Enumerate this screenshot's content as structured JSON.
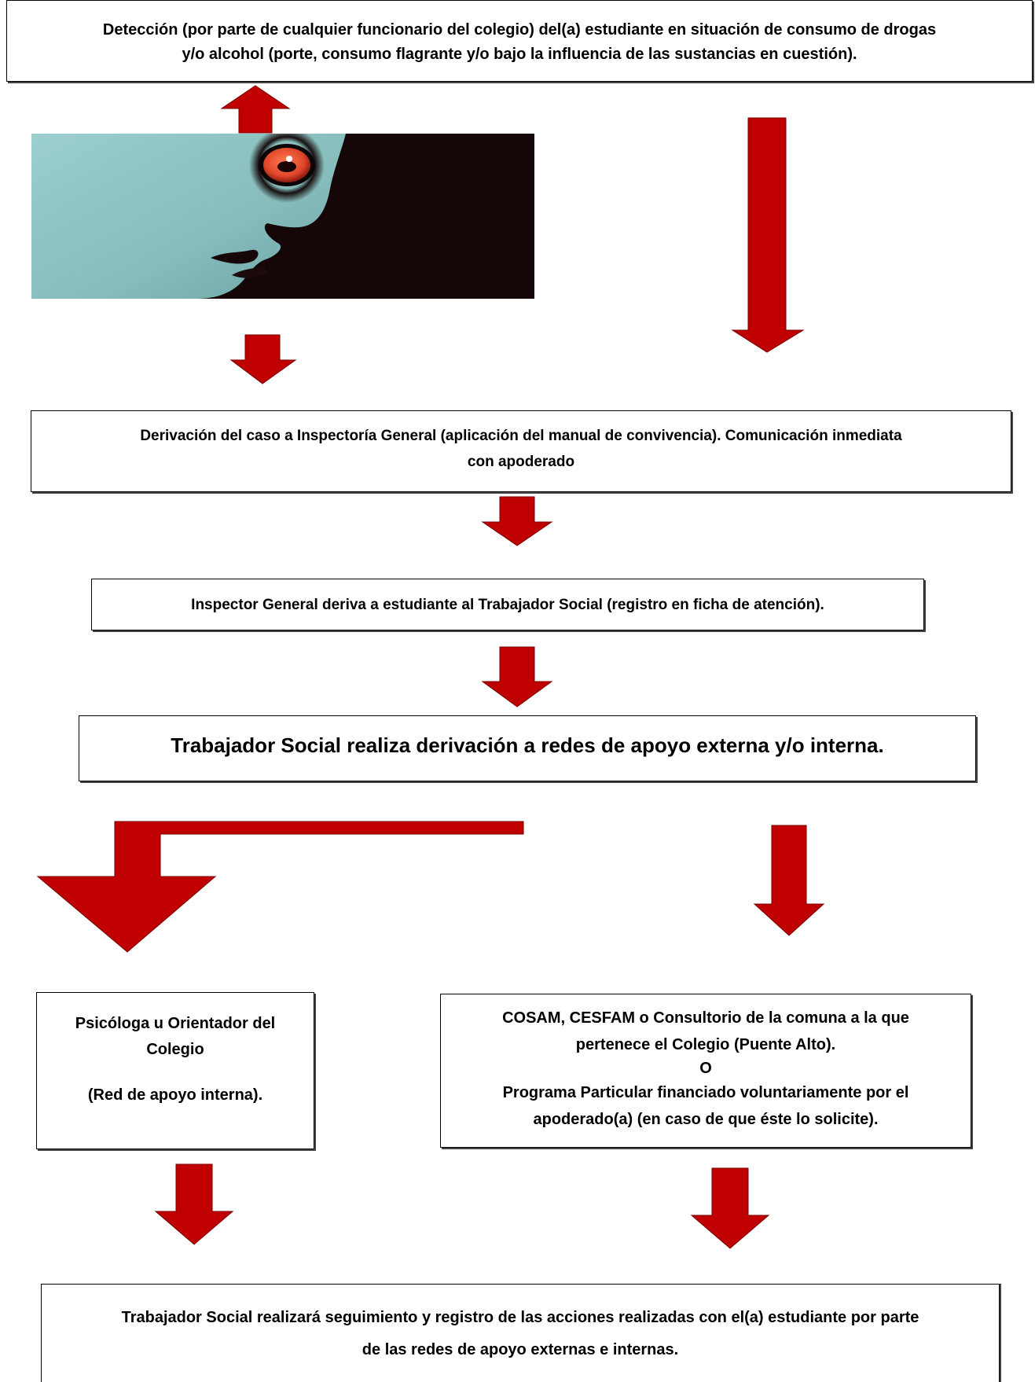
{
  "colors": {
    "arrow_fill": "#c00000",
    "arrow_stroke": "#7a0000",
    "box_border": "#000000",
    "text": "#000000",
    "face_skin": "#8fc3c2",
    "face_dark": "#150708",
    "eye_iris": "#e0462a"
  },
  "image": {
    "subject": "dark stylized face in profile with a glowing red eye"
  },
  "boxes": {
    "detection": {
      "line1": "Detección (por parte de cualquier funcionario del colegio) del(a) estudiante en situación de consumo de drogas",
      "line2": "y/o alcohol (porte, consumo flagrante y/o bajo la influencia de las sustancias en cuestión)."
    },
    "derivation": {
      "line1": "Derivación del caso a Inspectoría General (aplicación del manual de convivencia). Comunicación inmediata",
      "line2": "con apoderado"
    },
    "inspector": {
      "line1": "Inspector General deriva a estudiante al Trabajador Social (registro en ficha de atención)."
    },
    "social_worker": {
      "line1": "Trabajador Social realiza derivación a redes de apoyo externa y/o interna."
    },
    "internal_support": {
      "line1": "Psicóloga u Orientador del",
      "line2": "Colegio",
      "line3": "(Red de apoyo interna)."
    },
    "external_support": {
      "line1": "COSAM, CESFAM o Consultorio de la comuna a la que",
      "line2": "pertenece el Colegio (Puente Alto).",
      "line3": "O",
      "line4": "Programa Particular financiado voluntariamente por el",
      "line5": "apoderado(a) (en caso de que éste lo solicite)."
    },
    "follow_up": {
      "line1": "Trabajador Social realizará seguimiento y registro de las acciones realizadas con el(a) estudiante por parte",
      "line2": "de las redes de apoyo externas e internas."
    }
  }
}
